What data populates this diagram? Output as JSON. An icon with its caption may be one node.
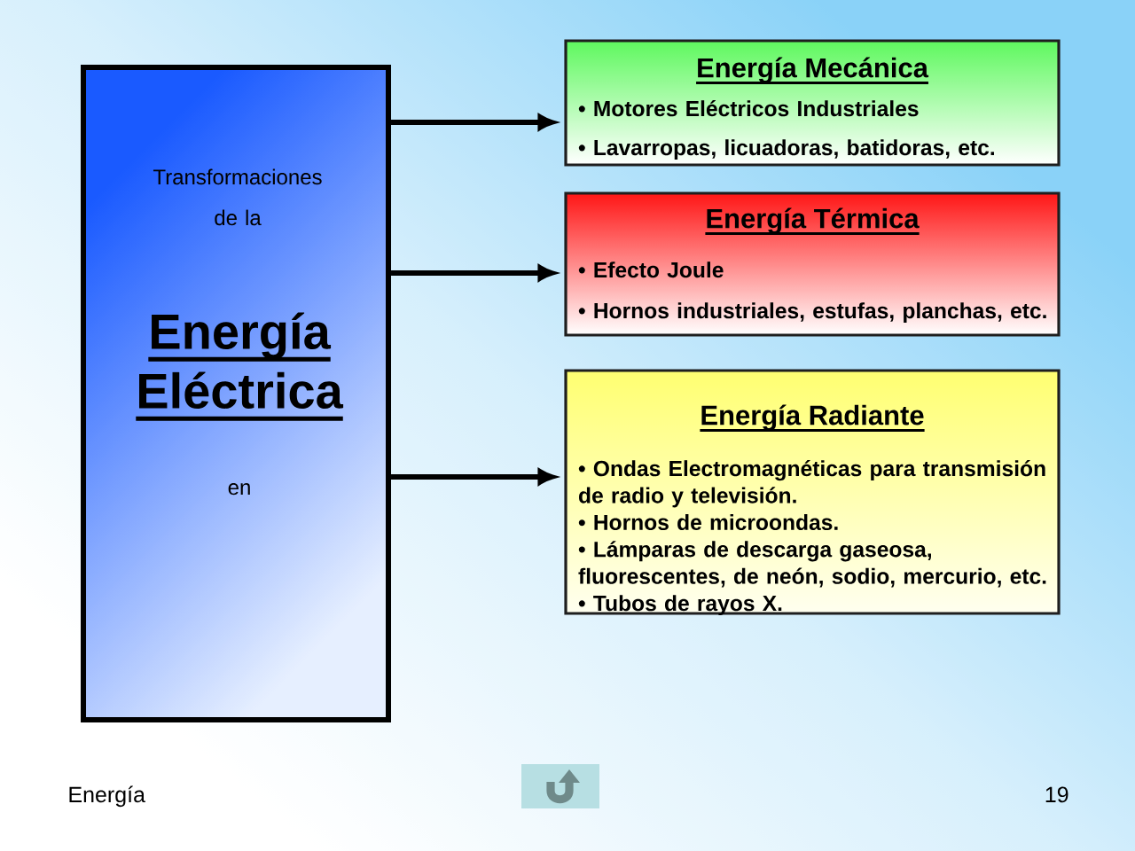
{
  "diagram": {
    "nodes": [
      {
        "text": [
          "Transformaciones de la",
          "Energía Eléctrica",
          "en"
        ]
      },
      {
        "text": [
          "Energía Mecánica",
          "• Motores Eléctricos Industriales",
          "• Lavarropas, licuadoras, batidoras, etc."
        ]
      },
      {
        "text": [
          "Energía Térmica",
          "• Efecto Joule",
          "• Hornos industriales, estufas, planchas, etc."
        ]
      },
      {
        "text": [
          "Energía Radiante",
          "• Ondas Electromagnéticas para transmisión de radio y televisión.",
          "• Hornos de microondas.",
          "• Lámparas de descarga gaseosa, fluorescentes, de neón, sodio, mercurio, etc.",
          "• Tubos de rayos X."
        ]
      }
    ],
    "edges": [
      {
        "from": 0,
        "to": 1,
        "arrow": "to"
      },
      {
        "from": 0,
        "to": 2,
        "arrow": "to"
      },
      {
        "from": 0,
        "to": 3,
        "arrow": "to"
      }
    ],
    "labels": [
      "Energía",
      "19"
    ]
  }
}
